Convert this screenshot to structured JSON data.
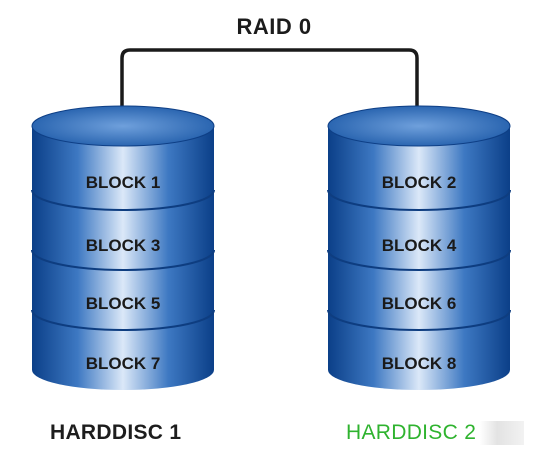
{
  "title": "RAID 0",
  "colors": {
    "disk_dark": "#0b3f88",
    "disk_mid": "#2f69b3",
    "disk_light": "#c8dbf3",
    "connector": "#1a1a1a",
    "disc2_label": "#2fb32f"
  },
  "disks": [
    {
      "label": "HARDDISC 1",
      "blocks": [
        "BLOCK 1",
        "BLOCK 3",
        "BLOCK 5",
        "BLOCK 7"
      ]
    },
    {
      "label": "HARDDISC 2",
      "blocks": [
        "BLOCK 2",
        "BLOCK 4",
        "BLOCK 6",
        "BLOCK 8"
      ]
    }
  ]
}
